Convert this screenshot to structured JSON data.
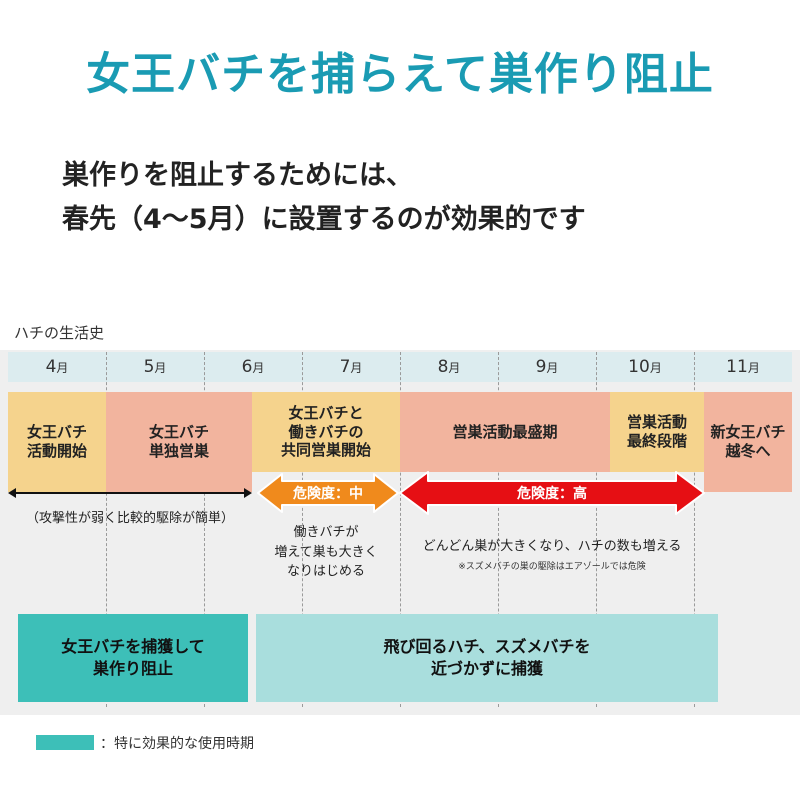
{
  "title": "女王バチを捕らえて巣作り阻止",
  "subtitle_line1": "巣作りを阻止するためには、",
  "subtitle_line2": "春先（4〜5月）に設置するのが効果的です",
  "history_label": "ハチの生活史",
  "months": [
    {
      "num": "4",
      "unit": "月"
    },
    {
      "num": "5",
      "unit": "月"
    },
    {
      "num": "6",
      "unit": "月"
    },
    {
      "num": "7",
      "unit": "月"
    },
    {
      "num": "8",
      "unit": "月"
    },
    {
      "num": "9",
      "unit": "月"
    },
    {
      "num": "10",
      "unit": "月"
    },
    {
      "num": "11",
      "unit": "月"
    }
  ],
  "stages": {
    "queen_activity": "女王バチ\n活動開始",
    "queen_solo": "女王バチ\n単独営巣",
    "joint_nest": "女王バチと\n働きバチの\n共同営巣開始",
    "peak": "営巣活動最盛期",
    "final": "営巣活動\n最終段階",
    "new_queen": "新女王バチ\n越冬へ"
  },
  "danger_mid": "危険度：中",
  "danger_high": "危険度：高",
  "colors": {
    "title": "#1a9bb3",
    "stage_yellow": "#f5d38d",
    "stage_salmon": "#f2b49e",
    "danger_mid": "#f08a1c",
    "danger_high": "#e60f14",
    "effective_teal": "#3dbfb8",
    "use_teal_light": "#a9dedd"
  },
  "notes": {
    "early": "（攻撃性が弱く比較的駆除が簡単）",
    "mid": "働きバチが\n増えて巣も大きく\nなりはじめる",
    "high": "どんどん巣が大きくなり、ハチの数も増える",
    "high_small": "※スズメバチの巣の駆除はエアゾールでは危険"
  },
  "usage": {
    "effective": "女王バチを捕獲して\n巣作り阻止",
    "general": "飛び回るハチ、スズメバチを\n近づかずに捕獲"
  },
  "legend": "：特に効果的な使用時期"
}
